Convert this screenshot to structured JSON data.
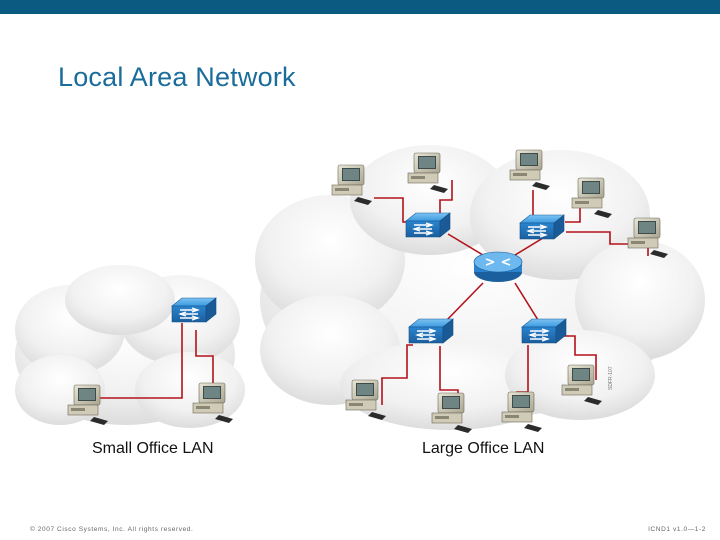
{
  "slide": {
    "title": "Local Area Network",
    "footer_left": "© 2007 Cisco Systems, Inc. All rights reserved.",
    "footer_right": "ICND1 v1.0—1-2",
    "side_id": "SDFR-107"
  },
  "diagram": {
    "captions": {
      "small_office": "Small Office LAN",
      "large_office": "Large Office LAN"
    },
    "colors": {
      "header_bar": "#0a5a82",
      "title": "#1a6c9b",
      "link": "#b3121b",
      "device": "#2c8cd6",
      "cloud": "#e8e8e8"
    },
    "icons": [
      "cloud-icon",
      "switch-icon",
      "router-icon",
      "workstation-icon"
    ]
  }
}
